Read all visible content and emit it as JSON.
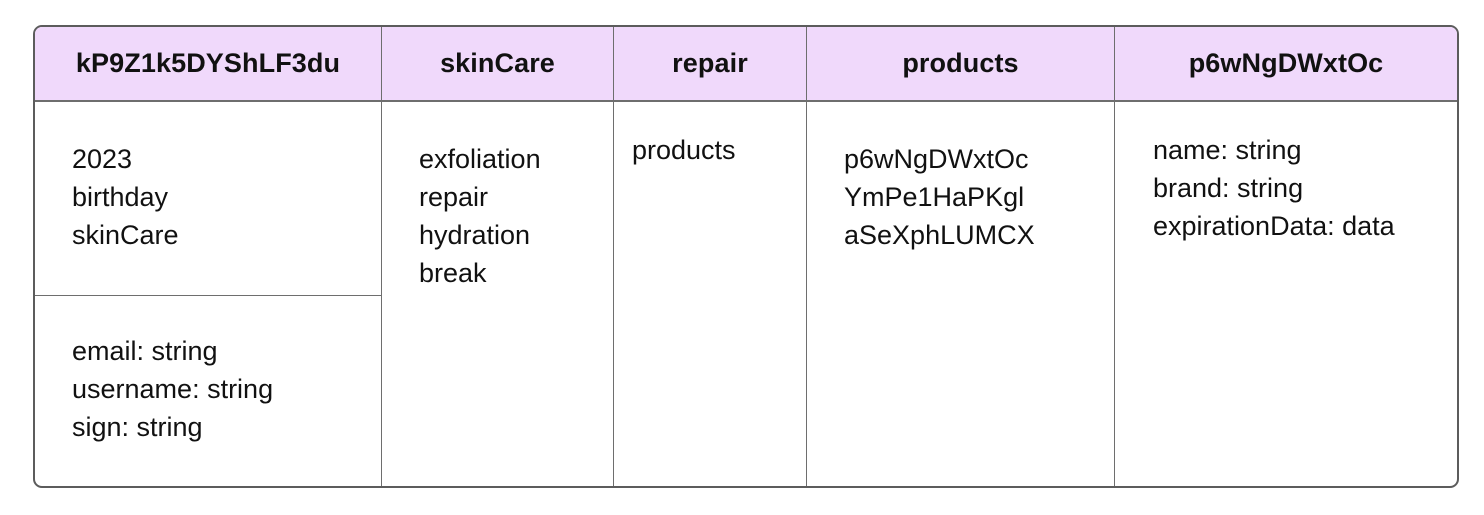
{
  "theme": {
    "header_fill": "#f0d9fb",
    "border": "#5c5c5c"
  },
  "columns": [
    {
      "header": "kP9Z1k5DYShLF3du",
      "sections": [
        {
          "lines": [
            "2023",
            "birthday",
            "skinCare"
          ]
        },
        {
          "lines": [
            "email: string",
            "username: string",
            "sign: string"
          ]
        }
      ]
    },
    {
      "header": "skinCare",
      "sections": [
        {
          "lines": [
            "exfoliation",
            "repair",
            "hydration",
            "break"
          ]
        }
      ]
    },
    {
      "header": "repair",
      "sections": [
        {
          "lines": [
            "products"
          ]
        }
      ]
    },
    {
      "header": "products",
      "sections": [
        {
          "lines": [
            "p6wNgDWxtOc",
            "YmPe1HaPKgl",
            "aSeXphLUMCX"
          ]
        }
      ]
    },
    {
      "header": "p6wNgDWxtOc",
      "sections": [
        {
          "lines": [
            "name: string",
            "brand: string",
            "expirationData: data"
          ]
        }
      ]
    }
  ]
}
